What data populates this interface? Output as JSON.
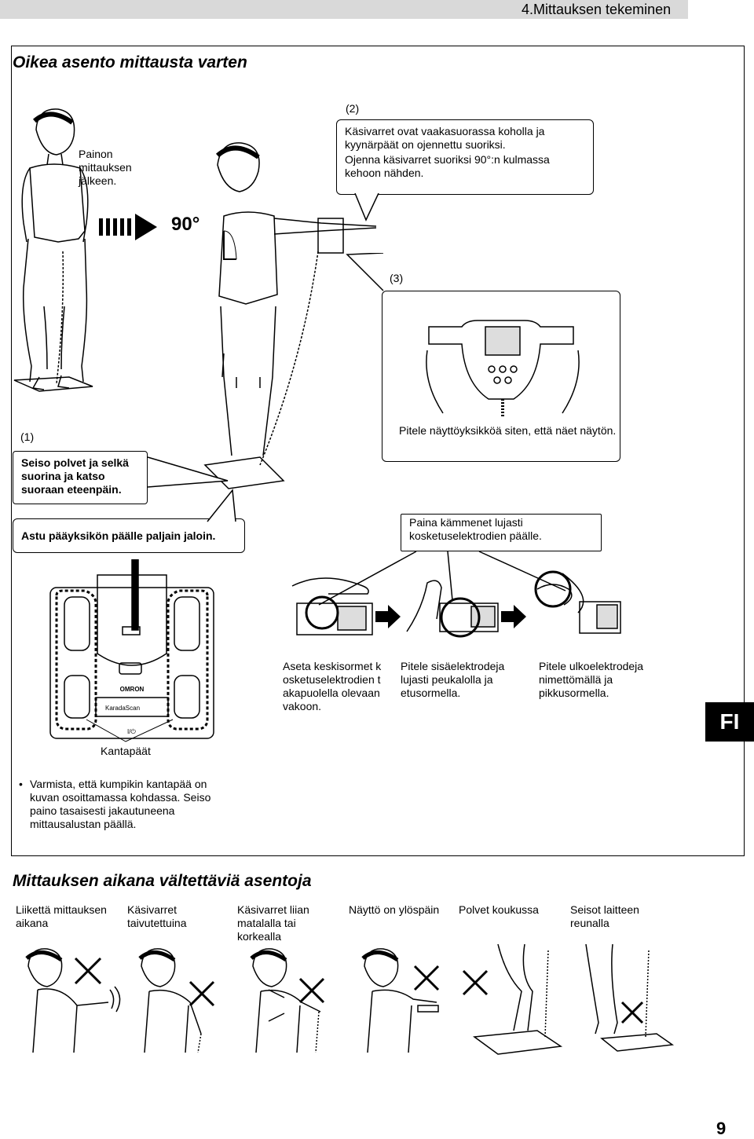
{
  "header": {
    "section": "4.Mittauksen tekeminen"
  },
  "section1": {
    "title": "Oikea asento mittausta varten",
    "weight_note": "Painon mittauksen jälkeen.",
    "angle_label": "90°",
    "step2_num": "(2)",
    "step2_line1": "Käsivarret ovat vaakasuorassa koholla ja kyynärpäät on ojennettu suoriksi.",
    "step2_line2": "Ojenna käsivarret suoriksi 90°:n kulmassa kehoon nähden.",
    "step3_num": "(3)",
    "step3_text": "Pitele näyttöyksikköä siten, että näet näytön.",
    "step1_num": "(1)",
    "step1_text": "Seiso polvet ja selkä suorina ja katso suoraan eteenpäin.",
    "step_foot": "Astu pääyksikön päälle paljain jaloin.",
    "grip_callout": "Paina kämmenet lujasti kosketuselektrodien päälle.",
    "grip1": "Aseta keskisormet kosketuselektrodien takapuolella olevaan vakoon.",
    "grip2": "Pitele sisäelektrodeja lujasti peukalolla ja etusormella.",
    "grip3": "Pitele ulkoelektrodeja nimettömällä ja pikkusormella.",
    "heel_label": "Kantapäät",
    "scale_brand": "OMRON",
    "scale_model": "KaradaScan",
    "scale_power": "I/⏻",
    "note": "Varmista, että kumpikin kantapää on kuvan osoittamassa kohdassa. Seiso paino tasaisesti jakautuneena mittausalustan päällä."
  },
  "section2": {
    "title": "Mittauksen aikana vältettäviä asentoja",
    "items": [
      "Liikettä mittauksen aikana",
      "Käsivarret taivutettuina",
      "Käsivarret liian matalalla tai korkealla",
      "Näyttö on ylöspäin",
      "Polvet koukussa",
      "Seisot laitteen reunalla"
    ]
  },
  "language_tab": "FI",
  "page_number": "9"
}
